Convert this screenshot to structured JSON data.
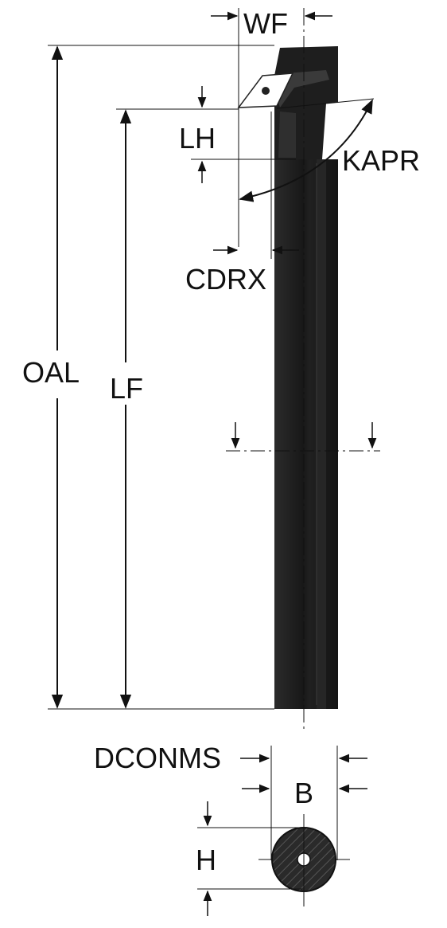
{
  "labels": {
    "wf": "WF",
    "lh": "LH",
    "kapr": "KAPR",
    "cdrx": "CDRX",
    "oal": "OAL",
    "lf": "LF",
    "dconms": "DCONMS",
    "b": "B",
    "h": "H"
  },
  "colors": {
    "body": "#1c1c1c",
    "body_highlight": "#3a3a3a",
    "insert": "#ffffff",
    "line": "#111111"
  }
}
